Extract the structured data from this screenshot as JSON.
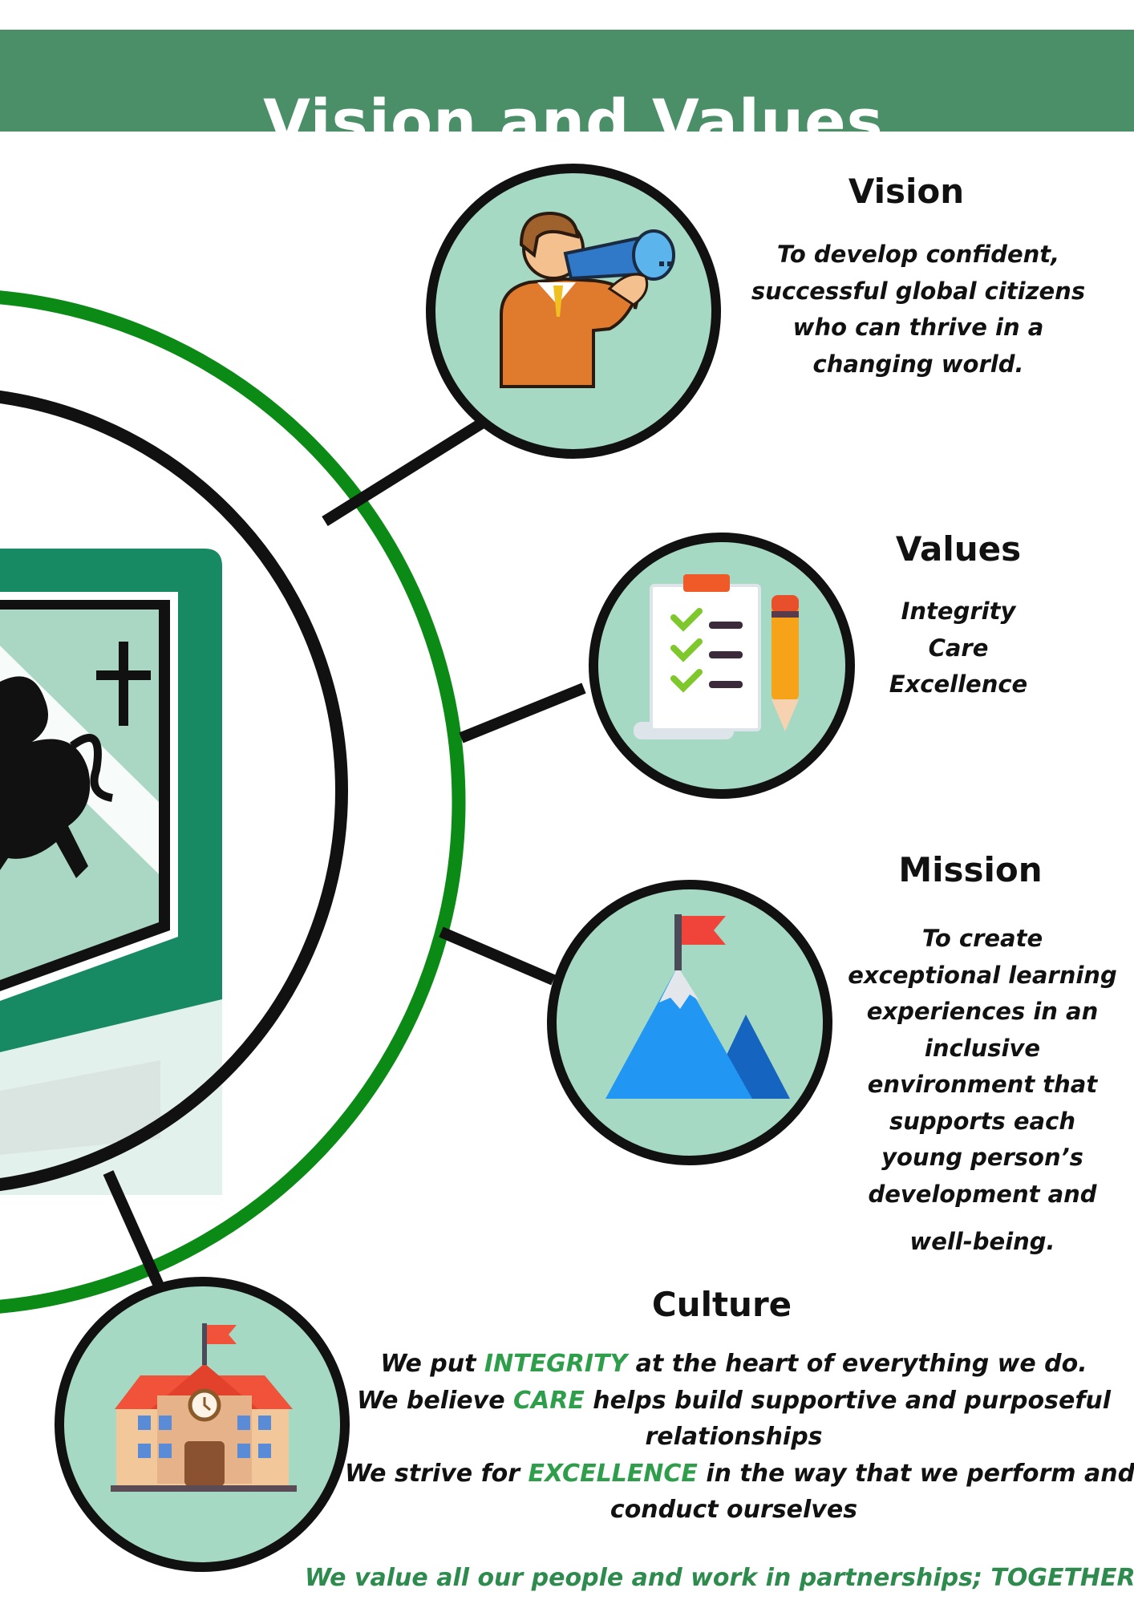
{
  "header": {
    "title": "Vision and Values",
    "color": "#4b8f69"
  },
  "icons": {
    "vision": "person-with-telescope-icon",
    "values": "checklist-and-pencil-icon",
    "mission": "mountain-with-flag-icon",
    "culture": "school-building-icon",
    "logo": "school-crest-logo"
  },
  "colors": {
    "circle_fill": "#a6d9c4",
    "outer_ring": "#0b8a16",
    "accent_text": "#2e9e4b",
    "crest": "#178a63"
  },
  "vision": {
    "heading": "Vision",
    "lines": [
      "To develop confident,",
      "successful global citizens",
      "who can thrive in a",
      "changing world."
    ]
  },
  "values": {
    "heading": "Values",
    "lines": [
      "Integrity",
      "Care",
      "Excellence"
    ]
  },
  "mission": {
    "heading": "Mission",
    "lines": [
      "To create",
      "exceptional learning",
      "experiences in an",
      "inclusive",
      "environment that",
      "supports each",
      "young person’s",
      "development and",
      "well-being."
    ]
  },
  "culture": {
    "heading": "Culture",
    "line1": {
      "before": "We put ",
      "accent": "INTEGRITY",
      "after": " at the heart of everything we do."
    },
    "line2": {
      "before": "We believe ",
      "accent": "CARE",
      "after": " helps build supportive and purposeful"
    },
    "line3": "relationships",
    "line4": {
      "before": "We strive for ",
      "accent": "EXCELLENCE",
      "after": " in the way that we perform and"
    },
    "line5": "conduct ourselves"
  },
  "footer": {
    "text": "We value all our people and work in partnerships; TOGETHER."
  }
}
